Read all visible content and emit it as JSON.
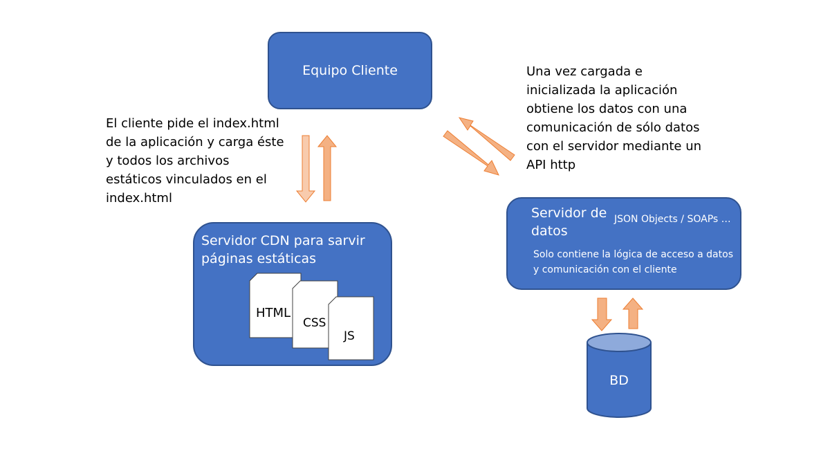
{
  "colors": {
    "box_fill": "#4472c4",
    "box_border": "#2f528f",
    "arrow_fill": "#f4b183",
    "arrow_stroke": "#ed7d31",
    "document_fill": "#ffffff",
    "db_top": "#8eaadb"
  },
  "client": {
    "label": "Equipo Cliente"
  },
  "cdn": {
    "title": "Servidor CDN para sarvir páginas estáticas",
    "files": {
      "html": "HTML",
      "css": "CSS",
      "js": "JS"
    }
  },
  "data_server": {
    "title": "Servidor de datos",
    "formats": "JSON Objects / SOAPs …",
    "description": "Solo contiene la lógica de acceso a datos y comunicación con el cliente"
  },
  "database": {
    "label": "BD"
  },
  "notes": {
    "left": "El cliente pide el index.html de la aplicación y carga éste y todos los archivos estáticos vinculados en el index.html",
    "right": "Una vez cargada e inicializada la aplicación obtiene los datos con una comunicación de sólo datos con el servidor mediante un API http"
  }
}
